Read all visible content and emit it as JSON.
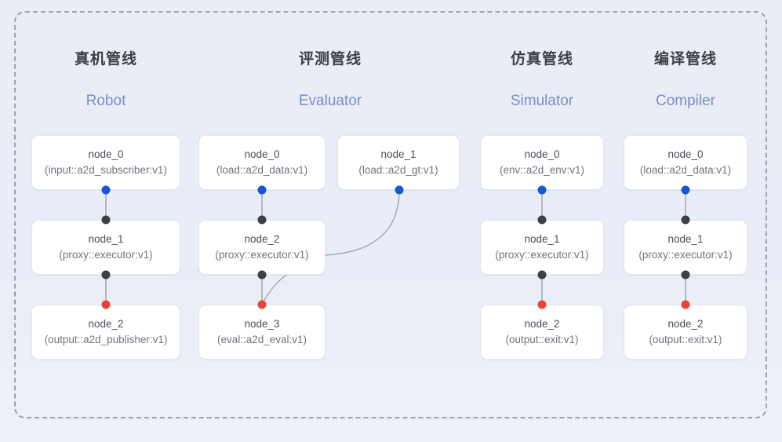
{
  "frame": {
    "style": "dashed-rounded-container",
    "border_color": "#9aa1ae"
  },
  "background": {
    "color": "#e9edf6"
  },
  "palette": {
    "input_port": "#1558d6",
    "proxy_port": "#3c4043",
    "output_port": "#ea4335",
    "wire": "#9aa3b0",
    "en_title": "#7b8dc4",
    "cn_title": "#3c4043"
  },
  "columns": [
    {
      "id": "robot",
      "cn_title": "真机管线",
      "en_title": "Robot",
      "nodes": [
        {
          "name": "node_0",
          "type": "(input::a2d_subscriber:v1)"
        },
        {
          "name": "node_1",
          "type": "(proxy::executor:v1)"
        },
        {
          "name": "node_2",
          "type": "(output::a2d_publisher:v1)"
        }
      ]
    },
    {
      "id": "evaluator",
      "cn_title": "评测管线",
      "en_title": "Evaluator",
      "nodes": [
        {
          "name": "node_0",
          "type": "(load::a2d_data:v1)"
        },
        {
          "name": "node_1",
          "type": "(load::a2d_gt:v1)"
        },
        {
          "name": "node_2",
          "type": "(proxy::executor:v1)"
        },
        {
          "name": "node_3",
          "type": "(eval::a2d_eval:v1)"
        }
      ]
    },
    {
      "id": "simulator",
      "cn_title": "仿真管线",
      "en_title": "Simulator",
      "nodes": [
        {
          "name": "node_0",
          "type": "(env::a2d_env:v1)"
        },
        {
          "name": "node_1",
          "type": "(proxy::executor:v1)"
        },
        {
          "name": "node_2",
          "type": "(output::exit:v1)"
        }
      ]
    },
    {
      "id": "compiler",
      "cn_title": "编译管线",
      "en_title": "Compiler",
      "nodes": [
        {
          "name": "node_0",
          "type": "(load::a2d_data:v1)"
        },
        {
          "name": "node_1",
          "type": "(proxy::executor:v1)"
        },
        {
          "name": "node_2",
          "type": "(output::exit:v1)"
        }
      ]
    }
  ]
}
